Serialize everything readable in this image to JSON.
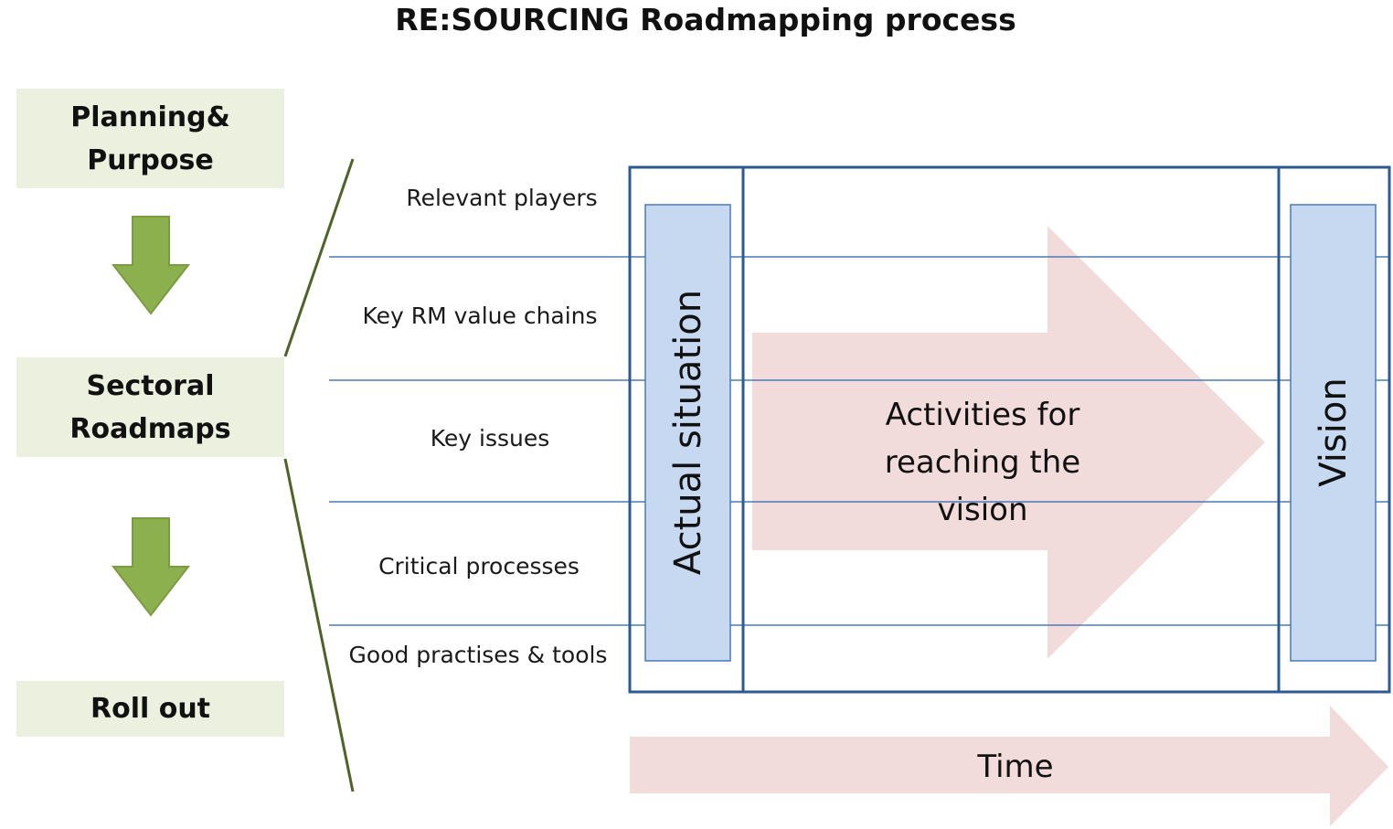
{
  "title": "RE:SOURCING Roadmapping process",
  "phases": {
    "planning": {
      "line1": "Planning&",
      "line2": "Purpose"
    },
    "sectoral": {
      "line1": "Sectoral",
      "line2": "Roadmaps"
    },
    "rollout": {
      "label": "Roll out"
    }
  },
  "rows": {
    "relevant_players": "Relevant  players",
    "key_rm_value_chains": "Key RM value chains",
    "key_issues": "Key issues",
    "critical_processes": "Critical processes",
    "good_practises": "Good practises & tools"
  },
  "columns": {
    "actual_situation": "Actual situation",
    "vision": "Vision"
  },
  "activities": {
    "line1": "Activities for",
    "line2": "reaching the",
    "line3": "vision"
  },
  "time_label": "Time",
  "colors": {
    "phase_fill": "#ebf1de",
    "green_arrow": "#8db04f",
    "green_arrow_stroke": "#7a9b42",
    "fan_line": "#4f6228",
    "frame_blue": "#2e5a93",
    "row_line": "#4a7ab8",
    "column_fill": "#c6d9f1",
    "pink_arrow": "#f2dcdb"
  }
}
